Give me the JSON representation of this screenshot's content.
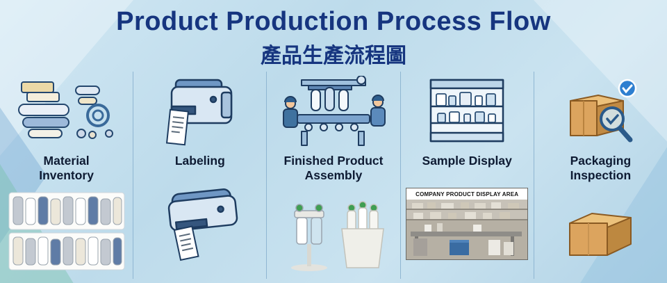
{
  "header": {
    "title": "Product Production Process Flow",
    "subtitle": "產品生產流程圖"
  },
  "stages": [
    {
      "id": "material-inventory",
      "label": "Material Inventory",
      "icon": "materials-pile-icon"
    },
    {
      "id": "labeling",
      "label": "Labeling",
      "icon": "label-printer-icon"
    },
    {
      "id": "finished-product-assembly",
      "label": "Finished Product Assembly",
      "icon": "assembly-line-icon"
    },
    {
      "id": "sample-display",
      "label": "Sample Display",
      "icon": "display-shelf-icon"
    },
    {
      "id": "packaging-inspection",
      "label": "Packaging Inspection",
      "icon": "box-inspection-icon"
    }
  ],
  "sample_display": {
    "caption": "COMPANY PRODUCT DISPLAY AREA"
  },
  "colors": {
    "title_text": "#16357f",
    "label_text": "#0e1b33",
    "background": "#bddbeb",
    "divider": "#8fb6d2",
    "accent_green": "#7cbeac",
    "carton": "#dca45e",
    "check_badge": "#2e7fd0"
  }
}
